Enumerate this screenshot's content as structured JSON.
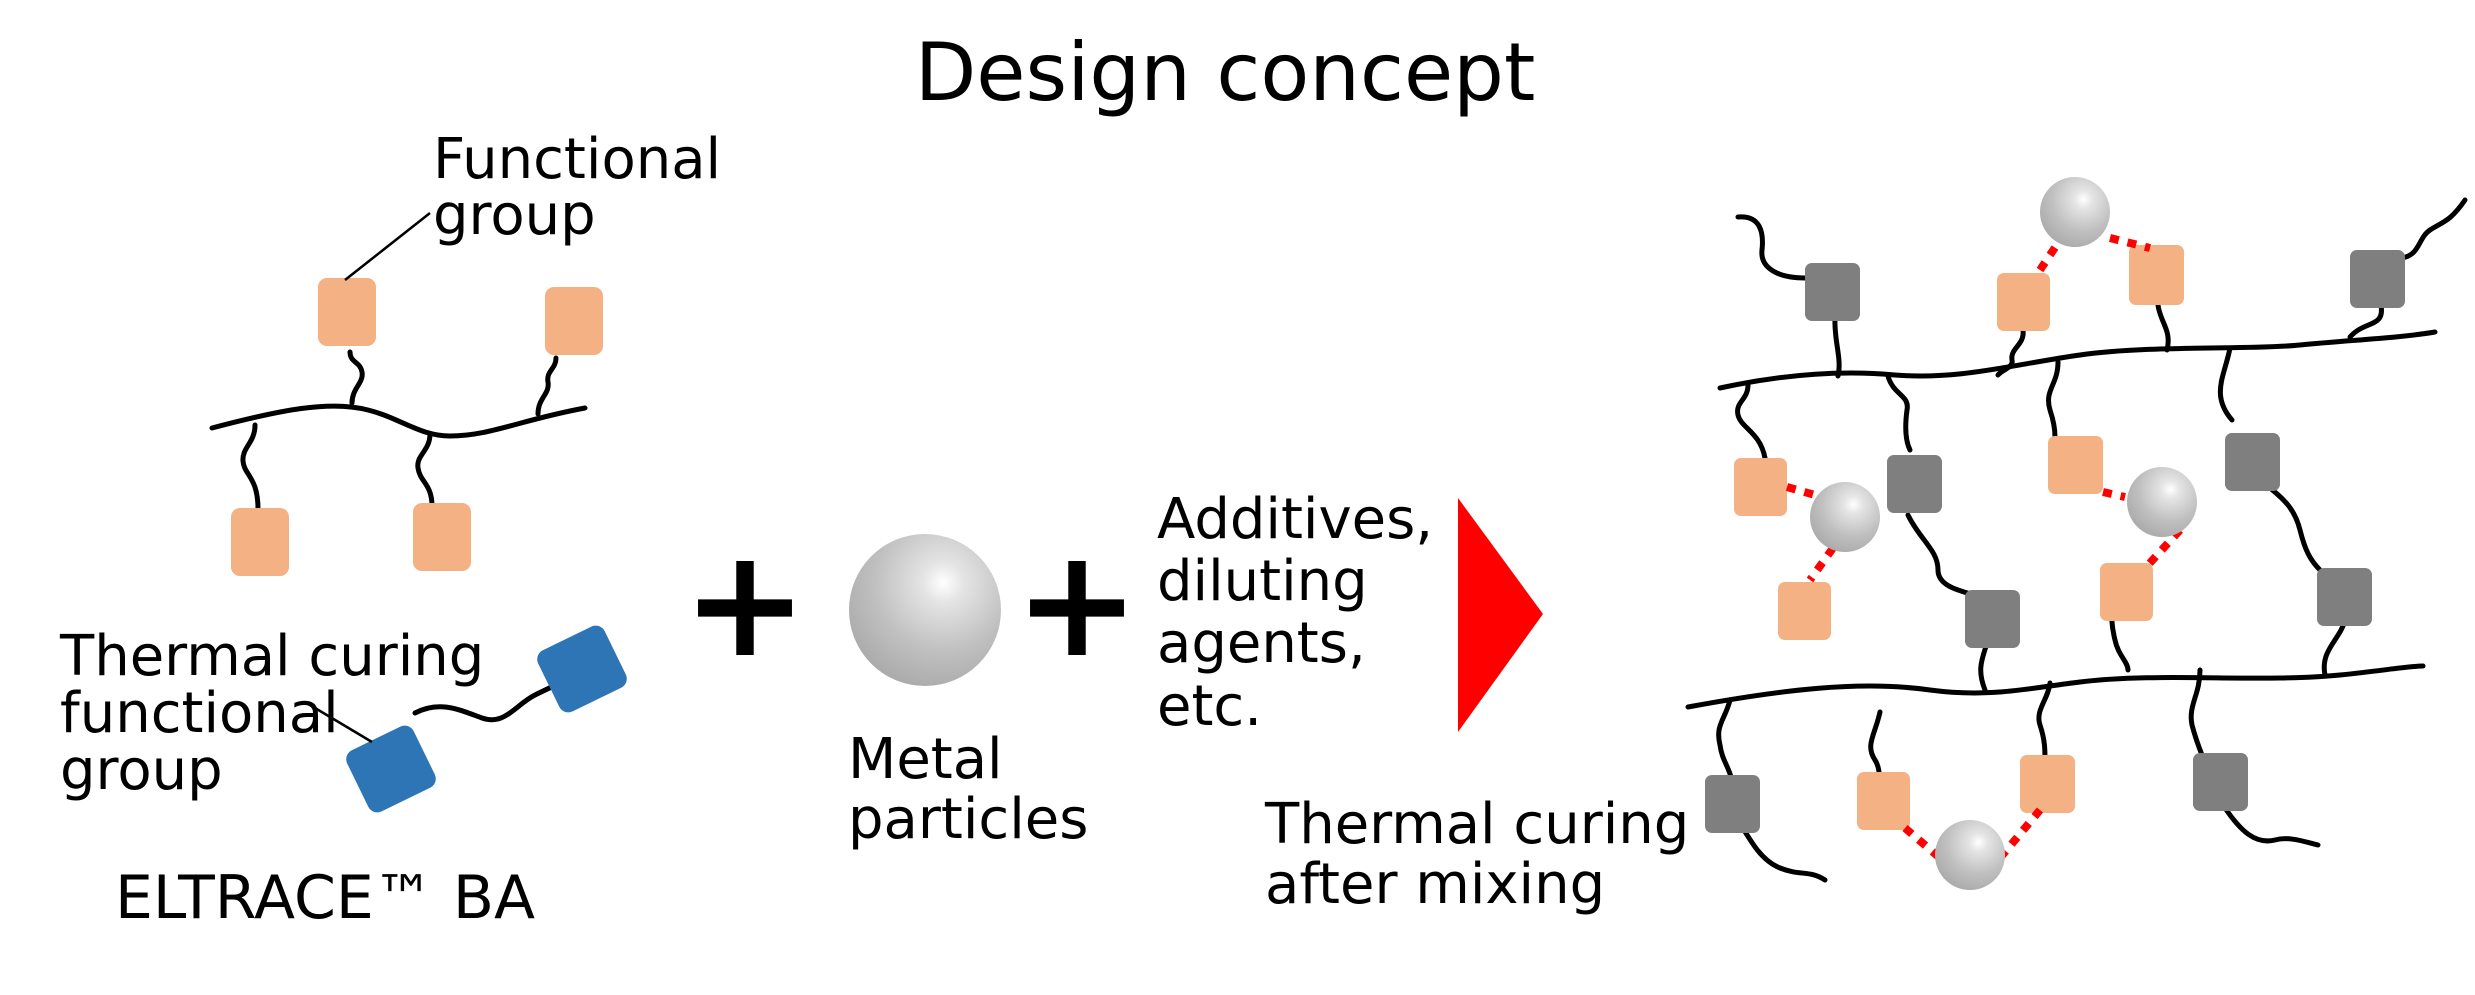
{
  "title": "Design concept",
  "labels": {
    "functional_group": [
      "Functional",
      "group"
    ],
    "thermal_curing_functional_group": [
      "Thermal curing",
      "functional",
      "group"
    ],
    "product_name": "ELTRACE™ BA",
    "metal_particles": [
      "Metal",
      "particles"
    ],
    "additives": [
      "Additives,",
      "diluting",
      "agents,",
      "etc."
    ],
    "process": [
      "Thermal curing",
      "after mixing"
    ]
  },
  "operators": {
    "plus": "+"
  },
  "colors": {
    "functional_group": "#f4b183",
    "thermal_curing_group": "#2e75b6",
    "cured_group": "#7f7f7f",
    "metal_particle": "#c0c0c0",
    "arrow": "#ff0000",
    "bond": "#ff0000",
    "polymer_chain": "#000000"
  },
  "icons": {
    "process_arrow": "right-triangle-arrow",
    "metal_particle": "gray-sphere"
  }
}
